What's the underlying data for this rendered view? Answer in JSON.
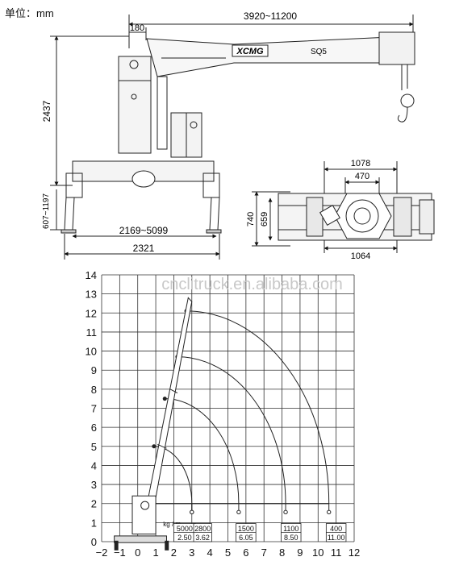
{
  "header": {
    "unit": "单位：mm"
  },
  "drawing": {
    "brand": "XCMG",
    "model": "SQ5",
    "dims": {
      "reach": "3920~11200",
      "offset": "180",
      "height": "2437",
      "leg": "607~1197",
      "span": "2169~5099",
      "base_width": "2321",
      "top_width": "1078",
      "inner_width": "470",
      "depth_total": "740",
      "depth_inner": "659",
      "bottom_width": "1064"
    }
  },
  "chart_data": {
    "type": "load-radius-chart",
    "watermark": "cnclitruck.en.alibaba.com",
    "unit_label": "kg / m",
    "xlim": [
      -2,
      12
    ],
    "ylim": [
      0,
      14
    ],
    "x_ticks": [
      "−2",
      "−1",
      "0",
      "1",
      "2",
      "3",
      "4",
      "5",
      "6",
      "7",
      "8",
      "9",
      "10",
      "11",
      "12"
    ],
    "y_ticks": [
      "0",
      "1",
      "2",
      "3",
      "4",
      "5",
      "6",
      "7",
      "8",
      "9",
      "10",
      "11",
      "12",
      "13",
      "14"
    ],
    "load_points": [
      {
        "load": "5000",
        "radius": "2.50",
        "x": 3.0
      },
      {
        "load": "2800",
        "radius": "3.62",
        "x": 3.0
      },
      {
        "load": "1500",
        "radius": "6.05",
        "x": 5.6
      },
      {
        "load": "1100",
        "radius": "8.50",
        "x": 8.2
      },
      {
        "load": "400",
        "radius": "11.00",
        "x": 10.6
      }
    ],
    "arcs": [
      {
        "hook": [
          2.7,
          12.1
        ],
        "end": [
          10.6,
          2.0
        ]
      },
      {
        "hook": [
          2.2,
          9.7
        ],
        "end": [
          8.2,
          2.0
        ]
      },
      {
        "hook": [
          1.5,
          7.5
        ],
        "end": [
          5.6,
          2.0
        ]
      },
      {
        "hook": [
          0.9,
          5.0
        ],
        "end": [
          3.0,
          2.0
        ]
      }
    ]
  }
}
